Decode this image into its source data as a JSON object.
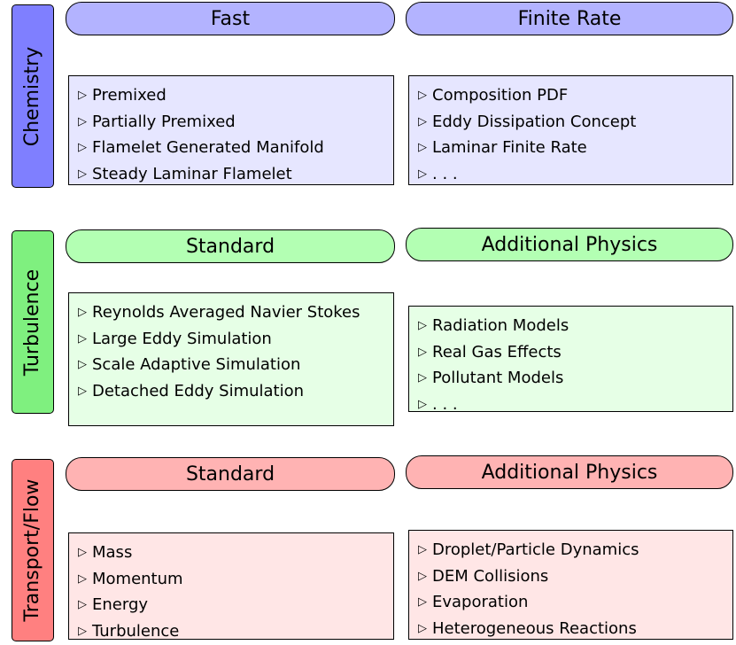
{
  "rows": [
    {
      "side_label": "Chemistry",
      "left_title": "Fast",
      "right_title": "Finite Rate",
      "left_items": [
        "Premixed",
        "Partially Premixed",
        "Flamelet Generated Manifold",
        "Steady Laminar Flamelet"
      ],
      "right_items": [
        "Composition PDF",
        "Eddy Dissipation Concept",
        "Laminar Finite Rate",
        ". . ."
      ]
    },
    {
      "side_label": "Turbulence",
      "left_title": "Standard",
      "right_title": "Additional Physics",
      "left_items": [
        "Reynolds Averaged Navier Stokes",
        "Large Eddy Simulation",
        "Scale Adaptive Simulation",
        "Detached Eddy Simulation"
      ],
      "right_items": [
        "Radiation Models",
        "Real Gas Effects",
        "Pollutant Models",
        ". . ."
      ]
    },
    {
      "side_label": "Transport/Flow",
      "left_title": "Standard",
      "right_title": "Additional Physics",
      "left_items": [
        "Mass",
        "Momentum",
        "Energy",
        "Turbulence"
      ],
      "right_items": [
        "Droplet/Particle Dynamics",
        "DEM Collisions",
        "Evaporation",
        "Heterogeneous Reactions"
      ]
    }
  ],
  "bullet_glyph": "▷",
  "colors": {
    "chemistry": [
      "#7f7fff",
      "#b3b3ff",
      "#e6e6ff"
    ],
    "turbulence": [
      "#7ff07f",
      "#b3ffb3",
      "#e6ffe6"
    ],
    "transport": [
      "#ff8080",
      "#ffb3b3",
      "#ffe6e6"
    ]
  }
}
